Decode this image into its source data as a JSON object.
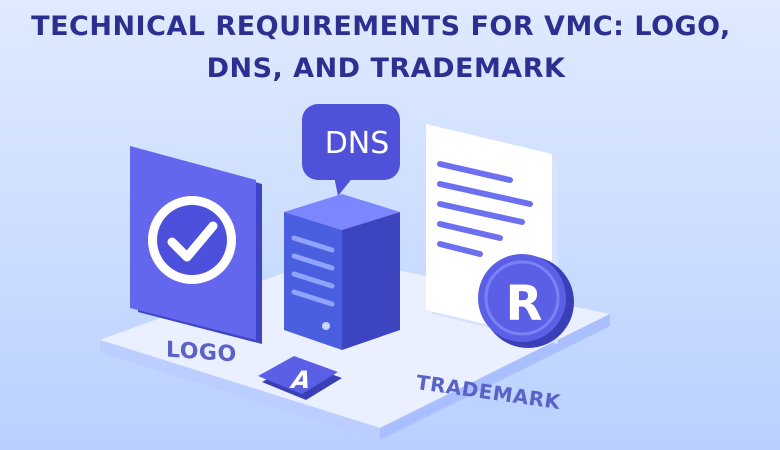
{
  "title": {
    "line1": "TECHNICAL REQUIREMENTS FOR VMC: LOGO,",
    "line2": "DNS, AND TRADEMARK"
  },
  "labels": {
    "logo": "LOGO",
    "trademark": "TRADEMARK",
    "dns": "DNS",
    "a_key": "A",
    "registered": "R"
  },
  "icons": {
    "logo_card": "checkmark-icon",
    "server": "server-icon",
    "document": "document-icon",
    "registered": "registered-trademark-icon",
    "speech_bubble": "speech-bubble-icon",
    "key": "a-key-icon"
  },
  "colors": {
    "title": "#2b2f8f",
    "accent": "#5b5fe6",
    "label": "#5a62c8",
    "background": "#c9dbff"
  }
}
